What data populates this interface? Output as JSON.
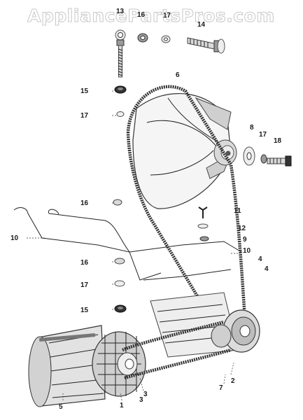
{
  "watermark": "AppliancePartsPros.com",
  "callouts": [
    {
      "id": "c13",
      "label": "13"
    },
    {
      "id": "c16a",
      "label": "16"
    },
    {
      "id": "c17a",
      "label": "17"
    },
    {
      "id": "c14",
      "label": "14"
    },
    {
      "id": "c6",
      "label": "6"
    },
    {
      "id": "c15a",
      "label": "15"
    },
    {
      "id": "c17b",
      "label": "17"
    },
    {
      "id": "c8",
      "label": "8"
    },
    {
      "id": "c17c",
      "label": "17"
    },
    {
      "id": "c18",
      "label": "18"
    },
    {
      "id": "c16b",
      "label": "16"
    },
    {
      "id": "c11",
      "label": "11"
    },
    {
      "id": "c10a",
      "label": "10"
    },
    {
      "id": "c12",
      "label": "12"
    },
    {
      "id": "c9",
      "label": "9"
    },
    {
      "id": "c10b",
      "label": "10"
    },
    {
      "id": "c16c",
      "label": "16"
    },
    {
      "id": "c4a",
      "label": "4"
    },
    {
      "id": "c4b",
      "label": "4"
    },
    {
      "id": "c17d",
      "label": "17"
    },
    {
      "id": "c15b",
      "label": "15"
    },
    {
      "id": "c2",
      "label": "2"
    },
    {
      "id": "c7",
      "label": "7"
    },
    {
      "id": "c3a",
      "label": "3"
    },
    {
      "id": "c3b",
      "label": "3"
    },
    {
      "id": "c5",
      "label": "5"
    },
    {
      "id": "c1",
      "label": "1"
    }
  ]
}
